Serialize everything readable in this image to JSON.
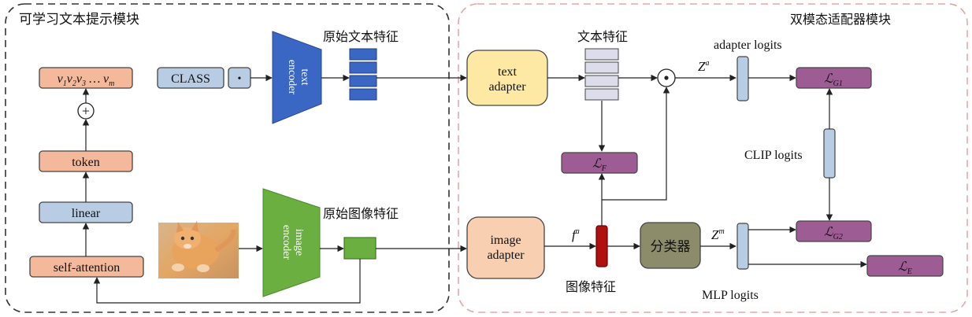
{
  "left_module": {
    "title": "可学习文本提示模块",
    "context_vectors": {
      "v": "v",
      "subs": [
        "1",
        "2",
        "3",
        "m"
      ],
      "dots": "…"
    },
    "token_label": "token",
    "linear_label": "linear",
    "self_attention_label": "self-attention",
    "plus_symbol": "+",
    "class_label": "CLASS",
    "dot_symbol": "•",
    "text_encoder": [
      "text",
      "encoder"
    ],
    "orig_text_feature": "原始文本特征",
    "image_encoder": [
      "image",
      "encoder"
    ],
    "orig_image_feature": "原始图像特征"
  },
  "right_module": {
    "title": "双模态适配器模块",
    "text_adapter": [
      "text",
      "adapter"
    ],
    "image_adapter": [
      "image",
      "adapter"
    ],
    "text_feature": "文本特征",
    "image_feature": "图像特征",
    "classifier": "分类器",
    "adapter_logits": "adapter logits",
    "clip_logits": "CLIP logits",
    "mlp_logits": "MLP logits",
    "za": {
      "base": "Z",
      "sup": "a"
    },
    "zm": {
      "base": "Z",
      "sup": "m"
    },
    "fa": {
      "base": "f",
      "sup": "a"
    },
    "odot": "⊙",
    "loss_symbol": "ℒ",
    "losses": {
      "lg1": "G1",
      "lf": "F",
      "lg2": "G2",
      "le": "E"
    }
  },
  "colors": {
    "orange": "#f4b99a",
    "light_blue": "#b8cce4",
    "blue_encoder": "#3a66c4",
    "green_encoder": "#6aaf3f",
    "yellow": "#fde8a4",
    "peach": "#f8cfb0",
    "purple": "#9e5c94",
    "olive": "#8c8c6a",
    "dark_red": "#b01010",
    "lavender": "#dcdceb"
  }
}
